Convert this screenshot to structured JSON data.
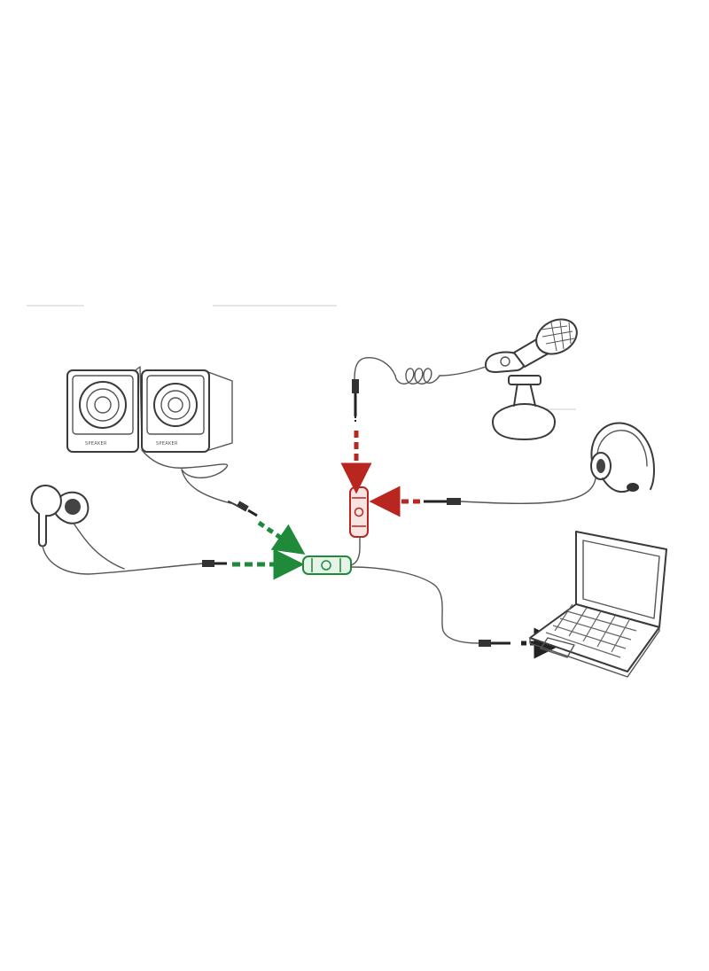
{
  "colors": {
    "line": "#3a3a3a",
    "output_green": "#1e8a3a",
    "input_red": "#b8261f",
    "plug_dark": "#222222"
  },
  "icons": [
    "speakers-icon",
    "earphone-icon",
    "microphone-icon",
    "headset-icon",
    "laptop-icon",
    "splitter-icon",
    "audio-plug-icon"
  ],
  "devices": [
    {
      "id": "speakers",
      "icon": "speakers-icon",
      "port": "output"
    },
    {
      "id": "earphones",
      "icon": "earphone-icon",
      "port": "output"
    },
    {
      "id": "microphone",
      "icon": "microphone-icon",
      "port": "input"
    },
    {
      "id": "headset",
      "icon": "headset-icon",
      "port": "input"
    },
    {
      "id": "laptop",
      "icon": "laptop-icon",
      "port": "combo"
    }
  ],
  "connections": [
    {
      "from": "speakers",
      "to": "splitter-green",
      "color": "output_green"
    },
    {
      "from": "earphones",
      "to": "splitter-green",
      "color": "output_green"
    },
    {
      "from": "microphone",
      "to": "splitter-red",
      "color": "input_red"
    },
    {
      "from": "headset",
      "to": "splitter-red",
      "color": "input_red"
    },
    {
      "from": "splitter",
      "to": "laptop",
      "color": "plug_dark"
    }
  ]
}
